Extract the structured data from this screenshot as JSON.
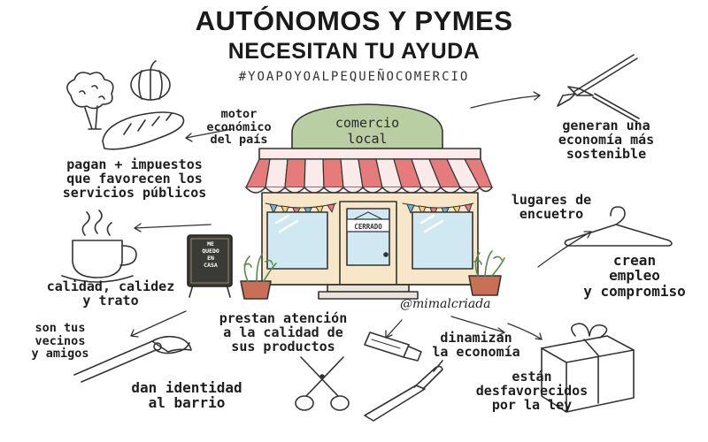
{
  "header": {
    "title_line1": "AUTÓNOMOS Y PYMES",
    "title_line2": "NECESITAN TU AYUDA",
    "hashtag": "#YOAPOYOALPEQUEÑOCOMERCIO"
  },
  "shop": {
    "sign": "comercio\nlocal",
    "door_sign": "CERRADO",
    "chalkboard": "ME\nQUEDO\nEN\nCASA"
  },
  "captions": {
    "motor": "motor\neconómico\ndel país",
    "sostenible": "generan una\neconomía más\nsostenible",
    "impuestos": "pagan + impuestos\nque favorecen los\nservicios públicos",
    "encuentro": "lugares de\nencuetro",
    "empleo": "crean\nempleo\ny compromiso",
    "calidez": "calidad, calidez\ny trato",
    "vecinos": "son tus\nvecinos\ny amigos",
    "atencion": "prestan atención\na la calidad de\nsus productos",
    "dinamizan": "dinamizan\nla economía",
    "identidad": "dan identidad\nal barrio",
    "desfavorecidos": "están\ndesfavorecidos\npor la ley"
  },
  "signature": "@mimalcriada",
  "icons": [
    "pumpkin-icon",
    "broccoli-icon",
    "bread-icon",
    "brushes-icon",
    "coffee-cup-icon",
    "hanger-icon",
    "pliers-icon",
    "scissors-icon",
    "razor-icon",
    "cream-tube-icon",
    "gift-box-icon",
    "plant-pot-icon"
  ],
  "colors": {
    "awning_red": "#e57b7b",
    "awning_white": "#fbeaea",
    "sign_green": "#b9cfa3",
    "wall_cream": "#f7e7c8",
    "window_blue": "#cfe8f2",
    "bunting_blue": "#6fb2d6",
    "bunting_yellow": "#f1d277",
    "pot_terracotta": "#c86f55",
    "chalkboard": "#3a3a36"
  }
}
